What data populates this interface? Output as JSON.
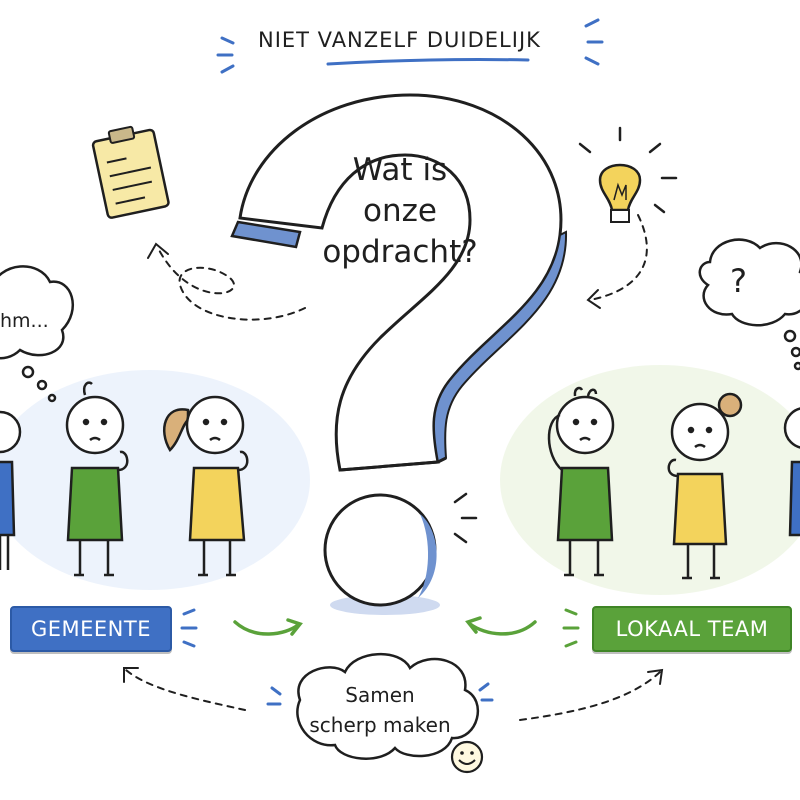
{
  "header": {
    "title": "NIET VANZELF DUIDELIJK"
  },
  "center": {
    "question_lines": [
      "Wat is",
      "onze",
      "opdracht?"
    ]
  },
  "groups": {
    "left_label": "GEMEENTE",
    "right_label": "LOKAAL TEAM"
  },
  "thoughts": {
    "left": "hm...",
    "right": "?"
  },
  "bottom": {
    "lines": [
      "Samen",
      "scherp maken"
    ]
  },
  "icons": [
    "clipboard-icon",
    "lightbulb-icon",
    "smiley-icon",
    "question-mark-icon"
  ],
  "colors": {
    "blue": "#3f70c4",
    "green": "#5aa23a",
    "yellow": "#f3d35c",
    "shirt_green": "#5aa23a",
    "shirt_blue": "#3f70c4",
    "question_shadow": "#6f92cf"
  }
}
